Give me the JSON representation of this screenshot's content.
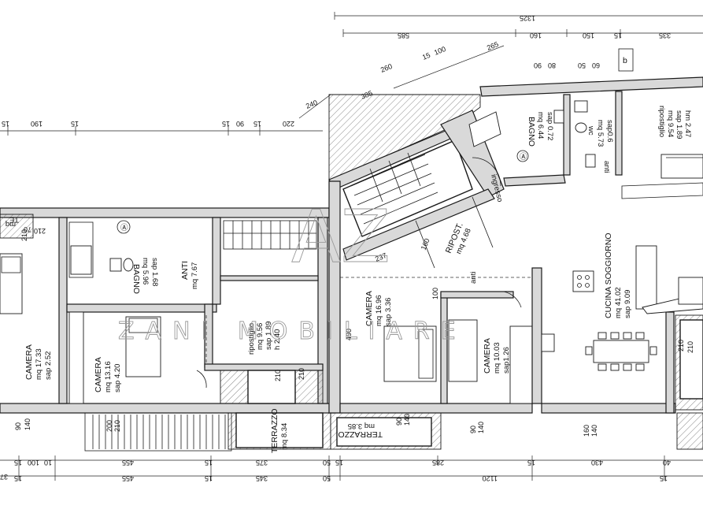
{
  "watermark": {
    "monogram": "AZ",
    "brand": "ZANI MOBILIARE"
  },
  "marker": "b",
  "rooms": {
    "camera_left": {
      "name": "CAMERA",
      "l1": "mq 17.33",
      "l2": "sap 2.52"
    },
    "camera_13": {
      "name": "CAMERA",
      "l1": "mq 13.16",
      "l2": "sap 4.20"
    },
    "bagno_left": {
      "name": "BAGNO",
      "l1": "mq 5.96",
      "l2": "sap 1.68"
    },
    "anti_left": {
      "name": "ANTI",
      "l1": "mq 7.67"
    },
    "ripostiglio_l": {
      "name": "ripostiglio",
      "l1": "mq 9.56",
      "l2": "sap 1.89",
      "l3": "h 2.40"
    },
    "terrazzo_l": {
      "name": "TERRAZZO",
      "l1": "mq 8.34"
    },
    "camera_16": {
      "name": "CAMERA",
      "l1": "mq 16.96",
      "l2": "sap 3.36"
    },
    "ripost": {
      "name": "RIPOST.",
      "l1": "mq 4.68"
    },
    "camera_10": {
      "name": "CAMERA",
      "l1": "mq 10.03",
      "l2": "sap1.26"
    },
    "terrazzo_c": {
      "name": "TERRAZZO",
      "l1": "mq 3.85"
    },
    "bagno_r": {
      "name": "BAGNO",
      "l1": "mq 6.44",
      "l2": "sap 0.72"
    },
    "wc": {
      "name": "wc",
      "l1": "mq 5.73",
      "l2": "sap0.6"
    },
    "ripostiglio_r": {
      "name": "ripostiglio",
      "l1": "mq 9.54",
      "l2": "sap 1.89",
      "l3": "hm 2.47"
    },
    "cucina": {
      "name": "CUCINA  SOGGIORNO",
      "l1": "mq 41.02",
      "l2": "sap  9.09"
    },
    "te_partial": {
      "name": "TE",
      "l1": "mq"
    }
  },
  "labels": {
    "ingresso": "ingresso",
    "anti_c": "anti",
    "anti_r": "anti"
  },
  "dims_top": [
    "1325",
    "585",
    "160",
    "150",
    "15",
    "335",
    "260",
    "15",
    "100",
    "15",
    "265",
    "240",
    "15",
    "385",
    "15",
    "15",
    "90",
    "80",
    "50",
    "60"
  ],
  "dims_left": [
    "15",
    "190",
    "15",
    "15",
    "90",
    "15",
    "220"
  ],
  "dims_inner": [
    "70",
    "210",
    "210",
    "237",
    "160",
    "490",
    "100",
    "90",
    "210",
    "210",
    "140",
    "90",
    "140",
    "90",
    "140",
    "160",
    "140",
    "210",
    "200",
    "90",
    "80",
    "50",
    "60"
  ],
  "dims_bottom1": [
    "370",
    "15",
    "100",
    "10",
    "455",
    "15",
    "375",
    "50",
    "15",
    "285",
    "15",
    "430",
    "40"
  ],
  "dims_bottom2": [
    "15",
    "455",
    "15",
    "345",
    "50",
    "1120",
    "15",
    "15"
  ]
}
